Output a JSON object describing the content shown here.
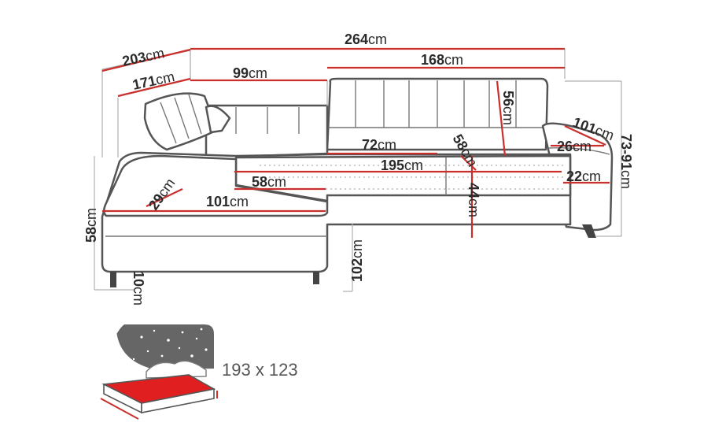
{
  "dimensions": {
    "total_depth": {
      "value": "203",
      "unit": "cm"
    },
    "total_width": {
      "value": "264",
      "unit": "cm"
    },
    "corner_width": {
      "value": "171",
      "unit": "cm"
    },
    "left_back_width": {
      "value": "99",
      "unit": "cm"
    },
    "right_width": {
      "value": "168",
      "unit": "cm"
    },
    "backrest_height": {
      "value": "56",
      "unit": "cm"
    },
    "armrest_depth": {
      "value": "101",
      "unit": "cm"
    },
    "headrest_width": {
      "value": "72",
      "unit": "cm"
    },
    "seat_depth_right": {
      "value": "58",
      "unit": "cm"
    },
    "armrest_height": {
      "value": "26",
      "unit": "cm"
    },
    "seat_width_right": {
      "value": "195",
      "unit": "cm"
    },
    "armrest_width": {
      "value": "22",
      "unit": "cm"
    },
    "seat_depth_left": {
      "value": "58",
      "unit": "cm"
    },
    "total_height": {
      "value": "73-91",
      "unit": "cm"
    },
    "left_armrest_width": {
      "value": "29",
      "unit": "cm"
    },
    "seat_height": {
      "value": "44",
      "unit": "cm"
    },
    "chaise_width": {
      "value": "101",
      "unit": "cm"
    },
    "side_height": {
      "value": "58",
      "unit": "cm"
    },
    "chaise_length": {
      "value": "102",
      "unit": "cm"
    },
    "leg_height": {
      "value": "10",
      "unit": "cm"
    }
  },
  "sleeping_area": {
    "label": "193 x 123",
    "icon": "moon-and-stars-bed-icon",
    "colors": {
      "mattress": "#e02020",
      "night_sky": "#666666"
    }
  },
  "colors": {
    "dimension_line": "#c9302c",
    "outline": "#555555"
  }
}
